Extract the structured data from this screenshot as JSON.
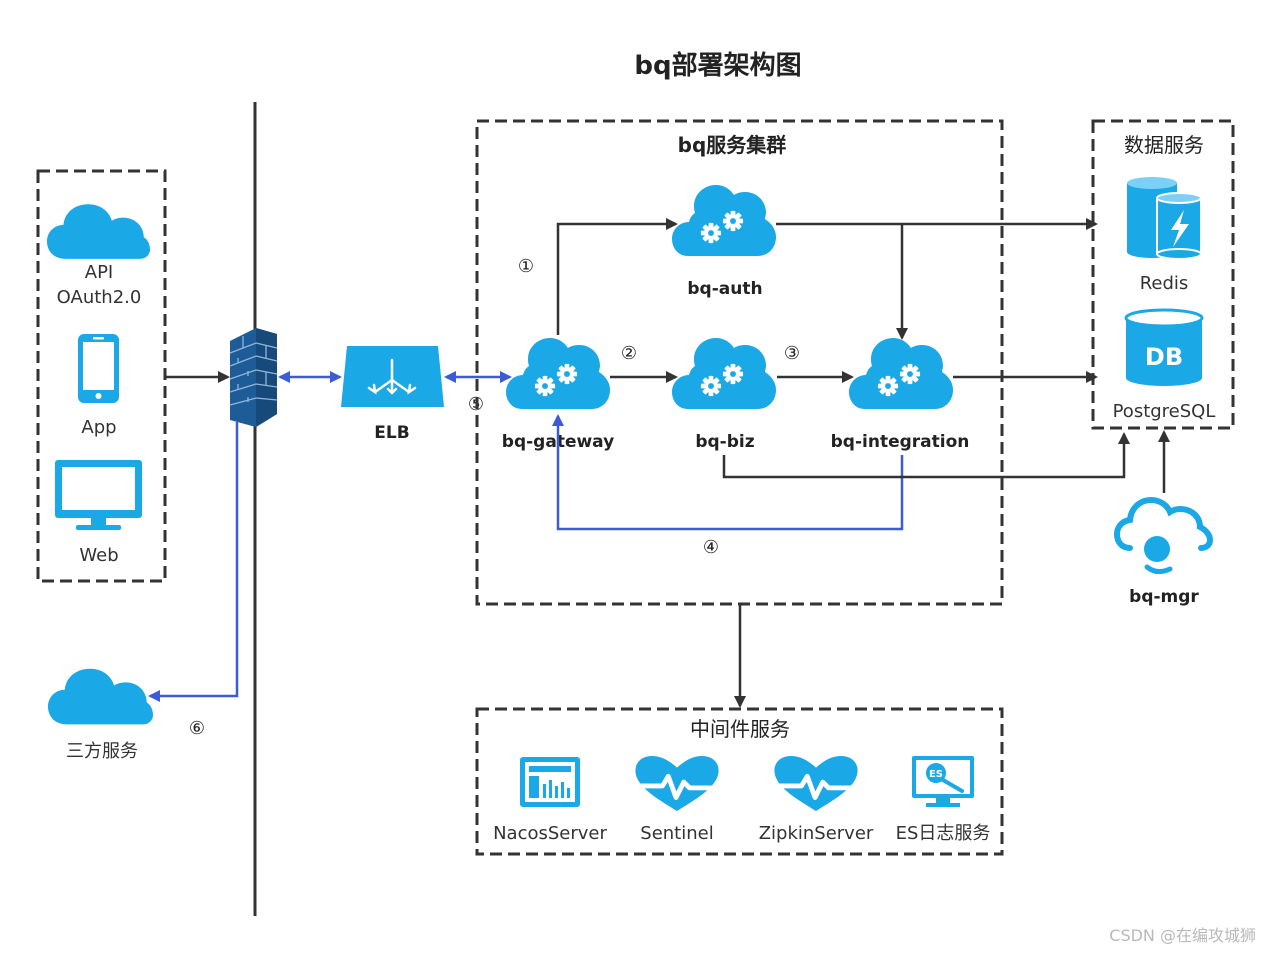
{
  "title": "bq部署架构图",
  "colors": {
    "cloud": "#1ba8e6",
    "icon_blue": "#1aa1e0",
    "arrow_dark": "#333333",
    "arrow_blue": "#3d5bd6",
    "border": "#333333"
  },
  "clients": {
    "items": [
      {
        "icon": "cloud-icon",
        "label_line1": "API",
        "label_line2": "OAuth2.0"
      },
      {
        "icon": "mobile-phone-icon",
        "label": "App"
      },
      {
        "icon": "monitor-icon",
        "label": "Web"
      }
    ]
  },
  "third_party": {
    "icon": "cloud-icon",
    "label": "三方服务"
  },
  "firewall": {
    "icon": "firewall-icon"
  },
  "elb": {
    "icon": "load-balancer-icon",
    "label": "ELB"
  },
  "cluster": {
    "title": "bq服务集群",
    "services": {
      "auth": {
        "icon": "gear-cloud-icon",
        "label": "bq-auth"
      },
      "gateway": {
        "icon": "gear-cloud-icon",
        "label": "bq-gateway"
      },
      "biz": {
        "icon": "gear-cloud-icon",
        "label": "bq-biz"
      },
      "integration": {
        "icon": "gear-cloud-icon",
        "label": "bq-integration"
      }
    }
  },
  "data_services": {
    "title": "数据服务",
    "items": [
      {
        "icon": "redis-icon",
        "label": "Redis"
      },
      {
        "icon": "database-icon",
        "icon_text": "DB",
        "label": "PostgreSQL"
      }
    ]
  },
  "mgr": {
    "icon": "headset-cloud-icon",
    "label": "bq-mgr"
  },
  "middleware": {
    "title": "中间件服务",
    "items": [
      {
        "icon": "server-rack-icon",
        "label": "NacosServer"
      },
      {
        "icon": "heartbeat-icon",
        "label": "Sentinel"
      },
      {
        "icon": "heartbeat-icon",
        "label": "ZipkinServer"
      },
      {
        "icon": "es-monitor-icon",
        "icon_text": "ES",
        "label": "ES日志服务"
      }
    ]
  },
  "steps": [
    "①",
    "②",
    "③",
    "④",
    "⑤",
    "⑥"
  ],
  "watermark": "CSDN @在编攻城狮"
}
